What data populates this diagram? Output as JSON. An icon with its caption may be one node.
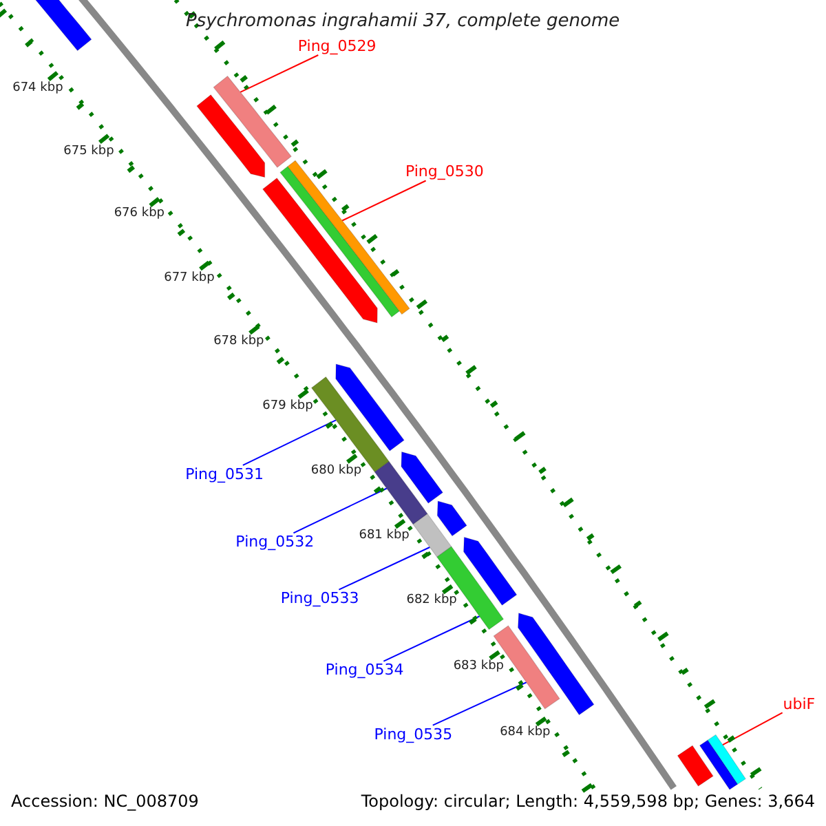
{
  "diagram": {
    "title": "Psychromonas ingrahamii 37, complete genome",
    "nodes": [
      {
        "text": [
          "Ping_0529"
        ]
      },
      {
        "text": [],
        "shape": "bar"
      },
      {
        "text": [
          "Ping_0530"
        ]
      },
      {
        "text": [],
        "shape": "bar"
      },
      {
        "text": [
          "Ping_0531"
        ]
      },
      {
        "text": [],
        "shape": "bar"
      },
      {
        "text": [
          "Ping_0532"
        ]
      },
      {
        "text": [],
        "shape": "bar"
      },
      {
        "text": [
          "Ping_0533"
        ]
      },
      {
        "text": [],
        "shape": "bar"
      },
      {
        "text": [
          "Ping_0534"
        ]
      },
      {
        "text": [],
        "shape": "bar"
      },
      {
        "text": [
          "Ping_0535"
        ]
      },
      {
        "text": [],
        "shape": "bar"
      },
      {
        "text": [
          "ubiF"
        ]
      },
      {
        "text": [],
        "shape": "bar"
      }
    ],
    "edges": [
      {
        "from": 0,
        "to": 1,
        "arrow": "none",
        "color": "#ff0000"
      },
      {
        "from": 2,
        "to": 3,
        "arrow": "none",
        "color": "#ff0000"
      },
      {
        "from": 4,
        "to": 5,
        "arrow": "none"
      },
      {
        "from": 6,
        "to": 7,
        "arrow": "none"
      },
      {
        "from": 8,
        "to": 9,
        "arrow": "none"
      },
      {
        "from": 10,
        "to": 11,
        "arrow": "none"
      },
      {
        "from": 12,
        "to": 13,
        "arrow": "none"
      },
      {
        "from": 14,
        "to": 15,
        "arrow": "none",
        "color": "#ff0000"
      }
    ],
    "labels": [
      "674 kbp",
      "675 kbp",
      "676 kbp",
      "677 kbp",
      "678 kbp",
      "679 kbp",
      "680 kbp",
      "681 kbp",
      "682 kbp",
      "683 kbp",
      "684 kbp",
      "Accession: NC_008709",
      "Topology: circular; Length: 4,559,598 bp; Genes: 3,664"
    ]
  }
}
